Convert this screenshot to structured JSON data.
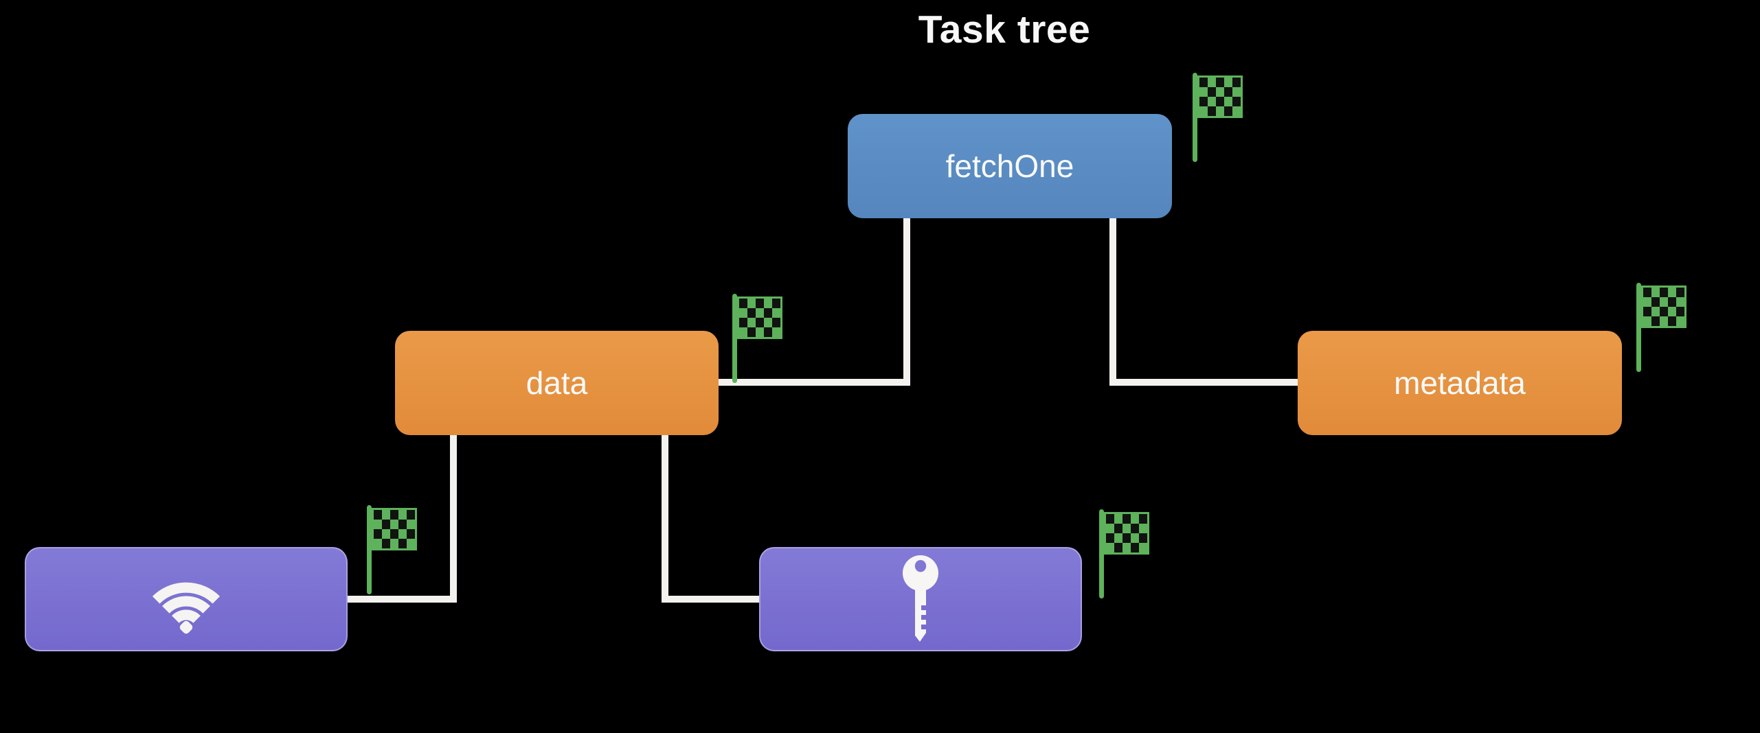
{
  "title": "Task tree",
  "nodes": [
    {
      "id": "fetchone",
      "label": "fetchOne",
      "color": "#5b8dc5",
      "flag": true
    },
    {
      "id": "data",
      "label": "data",
      "color": "#e2913f",
      "flag": true
    },
    {
      "id": "metadata",
      "label": "metadata",
      "color": "#e2913f",
      "flag": true
    },
    {
      "id": "network",
      "label": "",
      "icon": "wifi-icon",
      "color": "#7a71cf",
      "flag": true
    },
    {
      "id": "secret",
      "label": "",
      "icon": "key-icon",
      "color": "#7a71cf",
      "flag": true
    }
  ],
  "edges": [
    {
      "from": "fetchone",
      "to": "data"
    },
    {
      "from": "fetchone",
      "to": "metadata"
    },
    {
      "from": "data",
      "to": "network"
    },
    {
      "from": "data",
      "to": "secret"
    }
  ],
  "icons": {
    "flag": "checkered-flag-icon",
    "network": "wifi-icon",
    "secret": "key-icon"
  },
  "colors": {
    "background": "#000000",
    "connector": "#f4f2ee",
    "flag_green": "#5eb25b",
    "text": "#f7f7f7"
  }
}
